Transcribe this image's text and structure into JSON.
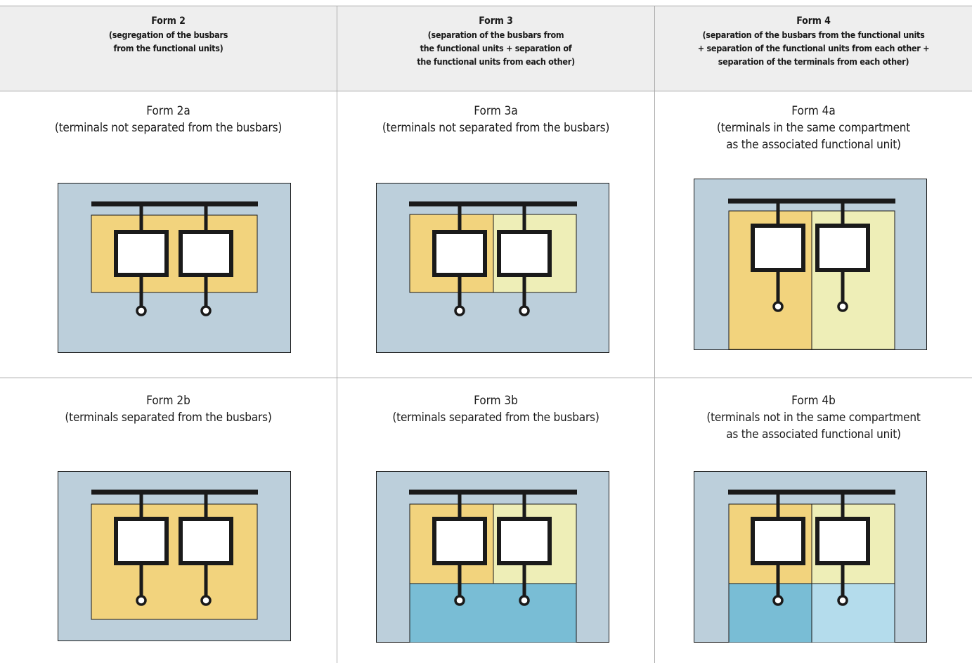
{
  "columns": [
    {
      "title": "Form 2",
      "lines": [
        "(segregation of the busbars",
        "from the functional units)"
      ]
    },
    {
      "title": "Form 3",
      "lines": [
        "(separation of the busbars from",
        "the functional units + separation of",
        "the functional units from each other)"
      ]
    },
    {
      "title": "Form 4",
      "lines": [
        "(separation of the busbars from the functional units",
        "+ separation of the functional units from each other +",
        "separation of the terminals from each other)"
      ]
    }
  ],
  "cells": [
    {
      "title": "Form 2a",
      "lines": [
        "(terminals not separated from the busbars)"
      ]
    },
    {
      "title": "Form 3a",
      "lines": [
        "(terminals not separated from the busbars)"
      ]
    },
    {
      "title": "Form 4a",
      "lines": [
        "(terminals in the same compartment",
        "as the associated functional unit)"
      ]
    },
    {
      "title": "Form 2b",
      "lines": [
        "(terminals separated from the busbars)"
      ]
    },
    {
      "title": "Form 3b",
      "lines": [
        "(terminals separated from the busbars)"
      ]
    },
    {
      "title": "Form 4b",
      "lines": [
        "(terminals not in the same compartment",
        "as the associated functional unit)"
      ]
    }
  ],
  "colors": {
    "enclosure": "#bccfdb",
    "compartment_orange": "#f2d37d",
    "compartment_yellow": "#eeeeb7",
    "terminal_blue": "#79bdd5",
    "terminal_light_blue": "#b4dcec",
    "line": "#1a1a1a",
    "header_background": "#eeeeee"
  }
}
